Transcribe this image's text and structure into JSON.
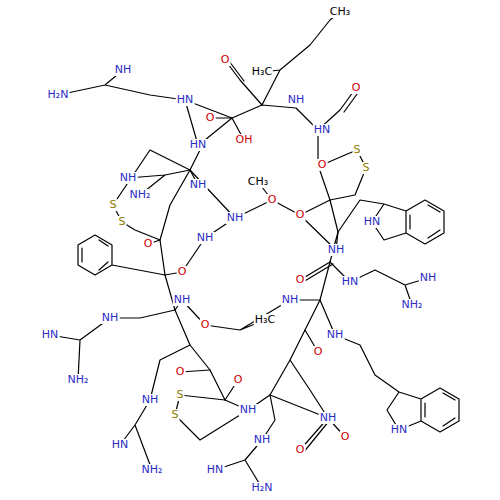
{
  "diagram": {
    "labels": [
      "CH₃",
      "O",
      "O",
      "NH",
      "HN",
      "OH",
      "H₃C",
      "NH",
      "H₂N",
      "HN",
      "O",
      "HN",
      "S",
      "S",
      "O",
      "NH",
      "NH₂",
      "S",
      "S",
      "NH",
      "CH₃",
      "O",
      "NH",
      "O",
      "NH",
      "O",
      "NH",
      "O",
      "HN",
      "NH₂",
      "NH",
      "HN",
      "O",
      "NH",
      "HN",
      "NH₂",
      "NH",
      "O",
      "H₃C",
      "NH",
      "O",
      "O",
      "S",
      "S",
      "NH",
      "O",
      "NH",
      "HN",
      "O",
      "NH",
      "NH",
      "HN",
      "NH₂",
      "NH",
      "HN",
      "H₂N",
      "O"
    ]
  }
}
